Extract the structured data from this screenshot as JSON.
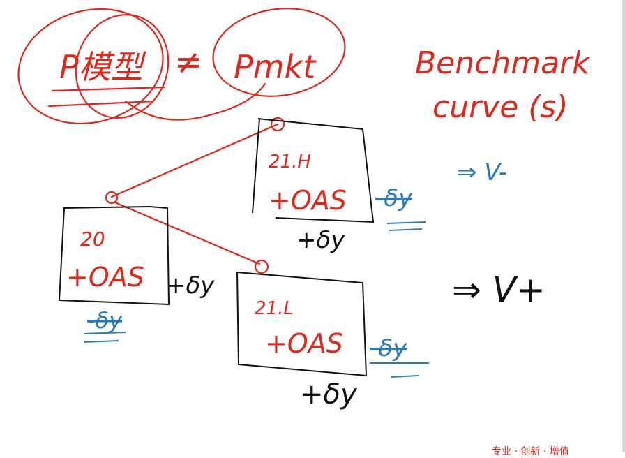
{
  "top": {
    "left_price": "P模型",
    "neq": "≠",
    "right_price": "Pmkt"
  },
  "benchmark": {
    "line1": "Benchmark",
    "line2": "curve (s)",
    "arrow_up": "⇒ V-",
    "arrow_down": "⇒ V+"
  },
  "root_node": {
    "rate": "20",
    "oas": "+OAS",
    "shift": "+δy",
    "crossed": "-δy"
  },
  "up_node": {
    "rate": "21.H",
    "oas": "+OAS",
    "shift": "+δy",
    "crossed": "-δy"
  },
  "down_node": {
    "rate": "21.L",
    "oas": "+OAS",
    "shift": "+δy",
    "crossed": "-δy"
  },
  "footer": "专业 · 创新 · 增值",
  "colors": {
    "red": "#e0271c",
    "blue": "#2a7ab8",
    "black": "#111111"
  }
}
